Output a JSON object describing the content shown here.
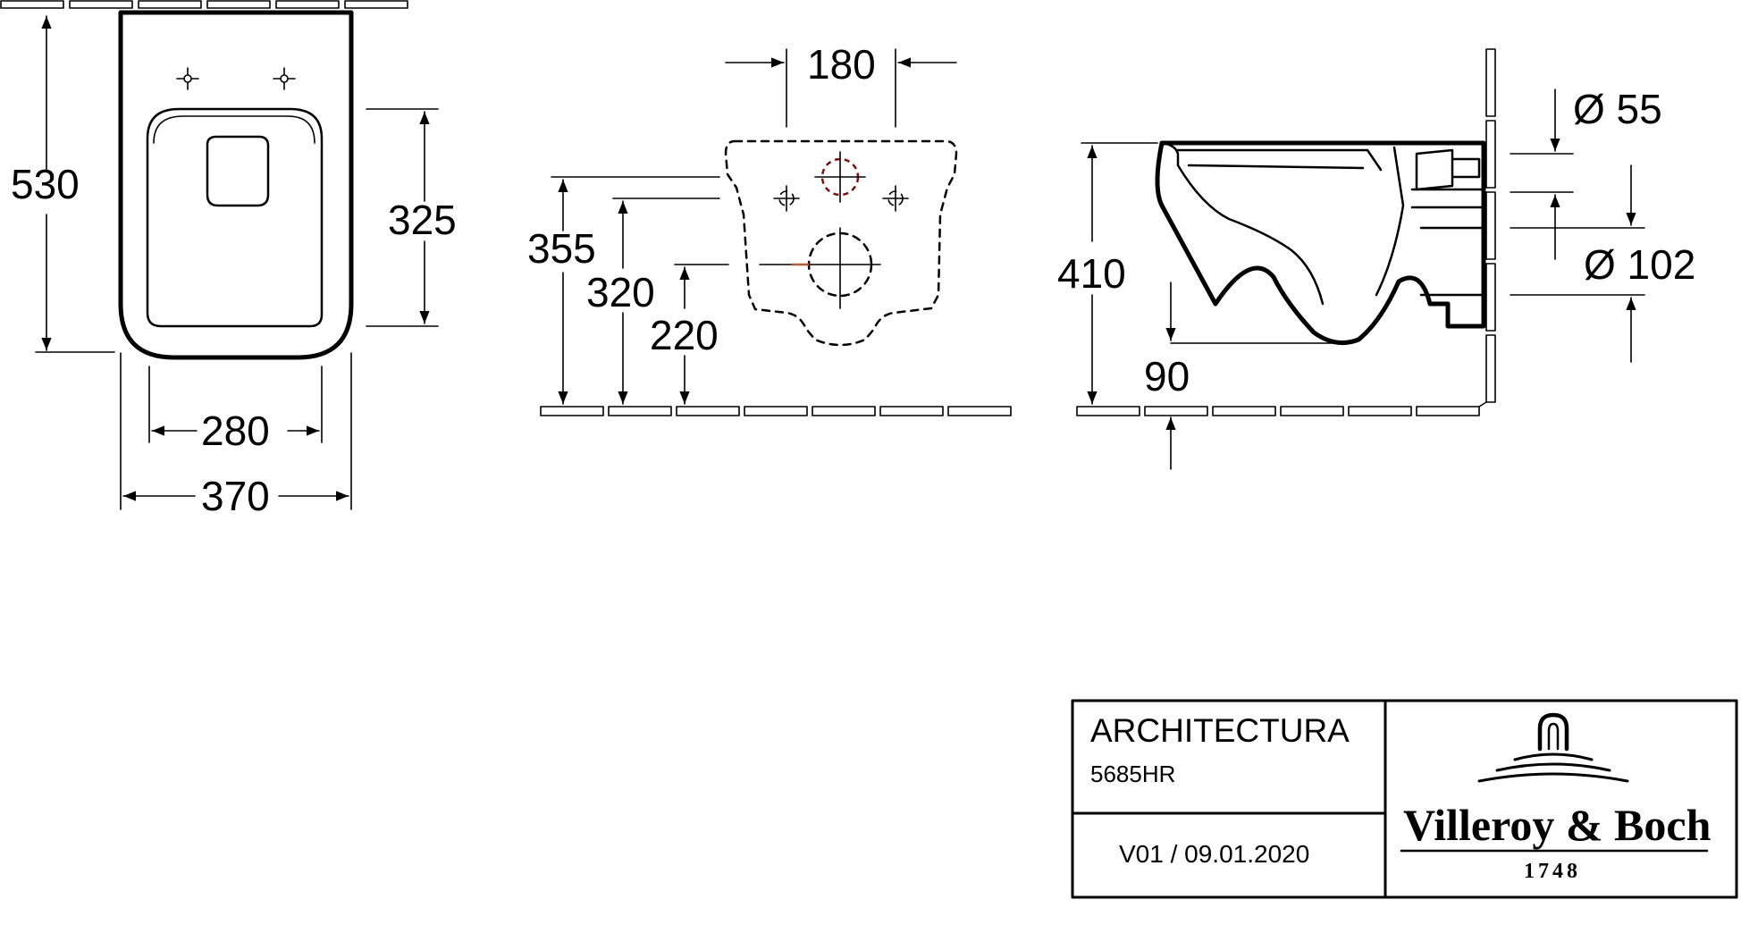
{
  "front_view": {
    "dim_height_total": "530",
    "dim_height_seat": "325",
    "dim_width_inner": "280",
    "dim_width_total": "370"
  },
  "rear_view": {
    "dim_bolt_spacing": "180",
    "dim_height_top": "355",
    "dim_height_bolts": "320",
    "dim_height_outlet": "220"
  },
  "side_view": {
    "dim_diameter_inlet": "Ø 55",
    "dim_diameter_outlet": "Ø 102",
    "dim_height_total": "410",
    "dim_outlet_offset": "90"
  },
  "title_block": {
    "product_name": "ARCHITECTURA",
    "article_number": "5685HR",
    "version_date": "V01 / 09.01.2020",
    "brand_name": "Villeroy & Boch",
    "brand_year": "1748"
  }
}
